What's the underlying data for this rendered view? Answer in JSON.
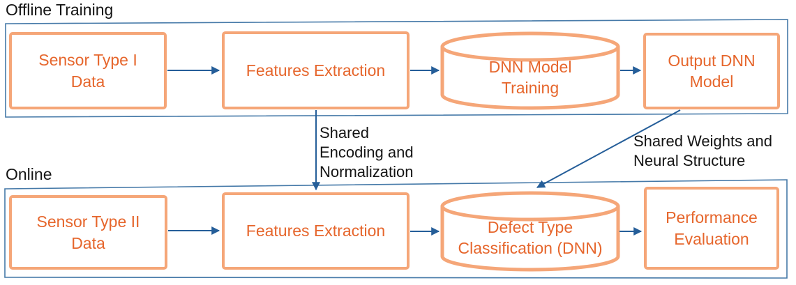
{
  "theme": {
    "background": "#FFFFFF",
    "node_border": "#F5A678",
    "node_text": "#E6662C",
    "arrow": "#255E99",
    "container_border": "#4579A8",
    "label_text": "#141414"
  },
  "sections": {
    "offline": {
      "title": "Offline Training",
      "nodes": {
        "sensor": {
          "label": "Sensor Type I\nData",
          "shape": "rectangle"
        },
        "features": {
          "label": "Features Extraction",
          "shape": "rectangle"
        },
        "training": {
          "label": "DNN Model\nTraining",
          "shape": "cylinder"
        },
        "output": {
          "label": "Output DNN\nModel",
          "shape": "rectangle"
        }
      }
    },
    "online": {
      "title": "Online",
      "nodes": {
        "sensor": {
          "label": "Sensor Type II\nData",
          "shape": "rectangle"
        },
        "features": {
          "label": "Features Extraction",
          "shape": "rectangle"
        },
        "classification": {
          "label": "Defect Type\nClassification (DNN)",
          "shape": "cylinder"
        },
        "evaluation": {
          "label": "Performance\nEvaluation",
          "shape": "rectangle"
        }
      }
    }
  },
  "edges": [
    {
      "from": "offline.sensor",
      "to": "offline.features",
      "style": "arrow"
    },
    {
      "from": "offline.features",
      "to": "offline.training",
      "style": "arrow"
    },
    {
      "from": "offline.training",
      "to": "offline.output",
      "style": "arrow"
    },
    {
      "from": "online.sensor",
      "to": "online.features",
      "style": "arrow"
    },
    {
      "from": "online.features",
      "to": "online.classification",
      "style": "arrow"
    },
    {
      "from": "online.classification",
      "to": "online.evaluation",
      "style": "arrow"
    },
    {
      "from": "offline.features",
      "to": "online.features",
      "style": "arrow",
      "label": "Shared\nEncoding and\nNormalization"
    },
    {
      "from": "offline.output",
      "to": "online.classification",
      "style": "arrow",
      "label": "Shared Weights and\nNeural Structure"
    }
  ],
  "annotations": {
    "shared_encoding": {
      "label": "Shared\nEncoding and\nNormalization"
    },
    "shared_weights": {
      "label": "Shared Weights and\nNeural Structure"
    }
  }
}
